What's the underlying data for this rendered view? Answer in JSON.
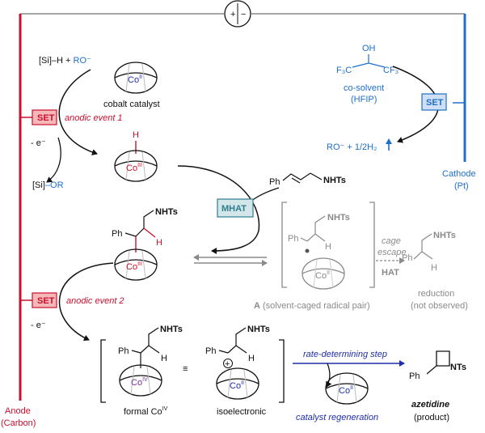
{
  "battery": {
    "plus": "+",
    "minus": "−"
  },
  "electrodes": {
    "anode_label": "Anode",
    "anode_material": "(Carbon)",
    "cathode_label": "Cathode",
    "cathode_material": "(Pt)"
  },
  "top_left": {
    "silane": "[Si]–H",
    "plus": " + ",
    "alkoxide": "RO⁻",
    "cobalt_ox": "Co",
    "cobalt_sup": "II",
    "catalyst_label": "cobalt catalyst"
  },
  "set1": {
    "badge": "SET",
    "event": "anodic event 1",
    "electron": "- e⁻",
    "silyl_product_a": "[Si]",
    "silyl_product_b": "–OR"
  },
  "hydride": {
    "h": "H",
    "co": "Co",
    "sup": "III"
  },
  "hfip": {
    "oh": "OH",
    "f3c": "F₃C",
    "cf3": "CF₃",
    "label1": "co-solvent",
    "label2": "(HFIP)",
    "set": "SET",
    "products": "RO⁻ + 1/2H₂"
  },
  "alkene": {
    "ph": "Ph",
    "nhts": "NHTs"
  },
  "mhat": "MHAT",
  "alkyl_co": {
    "ph": "Ph",
    "nhts": "NHTs",
    "h": "H",
    "co": "Co",
    "sup": "III"
  },
  "caged": {
    "nhts": "NHTs",
    "ph": "Ph",
    "h": "H",
    "co": "Co",
    "sup": "II",
    "letter": "A",
    "label": "(solvent-caged radical pair)",
    "cage1": "cage",
    "cage2": "escape",
    "hat": "HAT"
  },
  "reduction": {
    "nhts": "NHTs",
    "ph": "Ph",
    "h": "H",
    "label1": "reduction",
    "label2": "(not observed)"
  },
  "set2": {
    "badge": "SET",
    "event": "anodic event 2",
    "electron": "- e⁻"
  },
  "co4": {
    "ph": "Ph",
    "nhts": "NHTs",
    "h": "H",
    "co": "Co",
    "sup": "IV",
    "label": "formal Co",
    "label_sup": "IV"
  },
  "equiv": "≡",
  "cation": {
    "ph": "Ph",
    "nhts": "NHTs",
    "h": "H",
    "plus": "+",
    "co": "Co",
    "sup": "II",
    "label": "isoelectronic"
  },
  "rds": "rate-determining step",
  "regen": {
    "co": "Co",
    "sup": "II",
    "label": "catalyst regeneration"
  },
  "product": {
    "ph": "Ph",
    "nts": "NTs",
    "name": "azetidine",
    "label": "(product)"
  },
  "colors": {
    "anode": "#c8102e",
    "cathode": "#1f6fc9",
    "mhat": "#2e7d8c",
    "navy": "#1f2ea8",
    "grey": "#8a8a8a"
  }
}
